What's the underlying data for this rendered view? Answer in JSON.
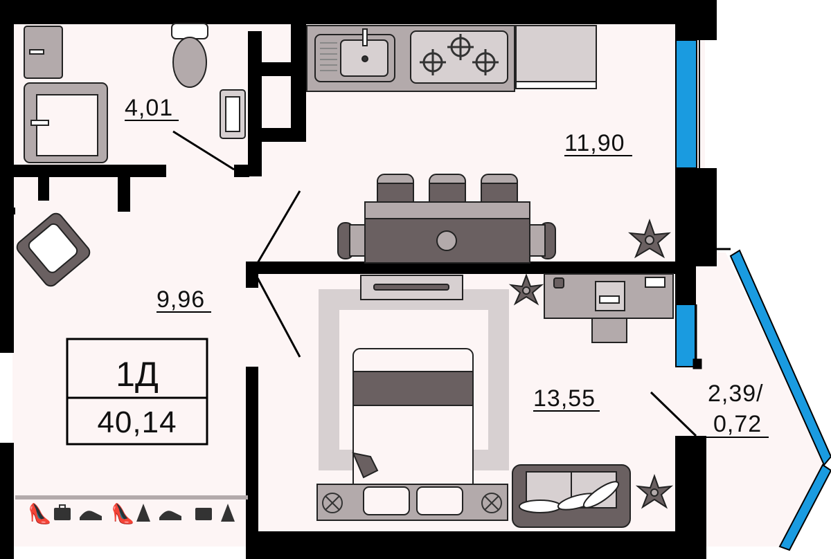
{
  "plan": {
    "unit_type": "1Д",
    "total_area": "40,14",
    "rooms": [
      {
        "id": "bathroom",
        "area": "4,01"
      },
      {
        "id": "kitchen",
        "area": "11,90"
      },
      {
        "id": "hallway",
        "area": "9,96"
      },
      {
        "id": "bedroom",
        "area": "13,55"
      },
      {
        "id": "balcony",
        "area_line1": "2,39/",
        "area_line2": "0,72"
      }
    ],
    "colors": {
      "wall": "#000000",
      "floor": "#fdf5f5",
      "furniture_dark": "#6a6061",
      "furniture_mid": "#b3aaab",
      "furniture_light": "#d7d0d1",
      "window": "#1a9be0"
    }
  }
}
